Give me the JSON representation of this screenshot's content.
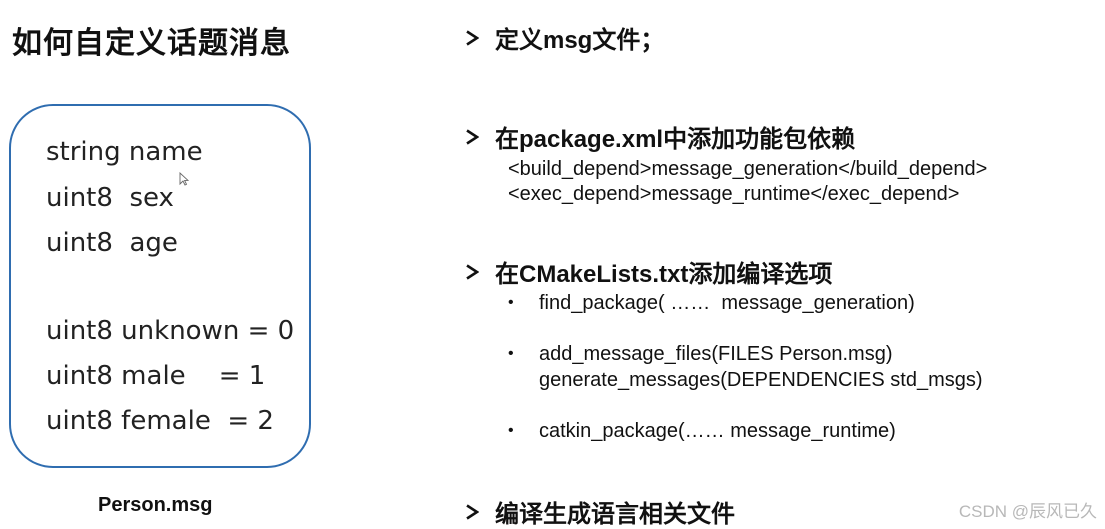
{
  "slide": {
    "title": "如何自定义话题消息",
    "msg_lines": [
      "string name",
      "uint8  sex",
      "uint8  age",
      "uint8 unknown = 0",
      "uint8 male    = 1",
      "uint8 female  = 2"
    ],
    "caption": "Person.msg",
    "steps": [
      {
        "label": "定义msg文件；"
      },
      {
        "label": "在package.xml中添加功能包依赖",
        "code": [
          "<build_depend>message_generation</build_depend>",
          "<exec_depend>message_runtime</exec_depend>"
        ]
      },
      {
        "label": "在CMakeLists.txt添加编译选项",
        "bullets": [
          {
            "lines": [
              "find_package( ……  message_generation)"
            ]
          },
          {
            "lines": [
              "add_message_files(FILES Person.msg)",
              "generate_messages(DEPENDENCIES std_msgs)"
            ]
          },
          {
            "lines": [
              "catkin_package(…… message_runtime)"
            ]
          }
        ]
      },
      {
        "label": "编译生成语言相关文件"
      }
    ],
    "bullet_symbol": "•",
    "arrow_icon": "arrowhead-bullet-icon",
    "accent_color": "#2f6db0"
  },
  "watermark": "CSDN @辰风已久"
}
